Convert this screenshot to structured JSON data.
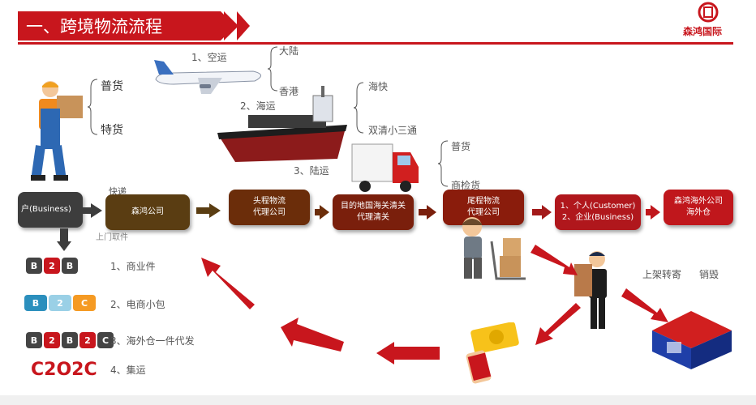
{
  "header": {
    "title": "一、跨境物流流程",
    "logo": "森鸿国际"
  },
  "goods": {
    "general": "普货",
    "special": "特货"
  },
  "air": {
    "label": "1、空运",
    "dest_a": "大陆",
    "dest_b": "香港"
  },
  "sea": {
    "label": "2、海运",
    "opt_a": "海快",
    "opt_b": "双清小三通"
  },
  "land": {
    "label": "3、陆运",
    "opt_a": "普货",
    "opt_b": "商检货"
  },
  "flow": {
    "customer": "户(Business)",
    "express": "快递",
    "pickup": "上门取件",
    "company": "森鸿公司",
    "first_mile": "头程物流\n代理公司",
    "customs": "目的地国海关清关\n代理清关",
    "last_mile": "尾程物流\n代理公司",
    "recipients": "1、个人(Customer)\n2、企业(Business)",
    "warehouse": "森鸿海外公司\n海外仓"
  },
  "models": {
    "item1": "1、商业件",
    "item2": "2、电商小包",
    "item3": "3、海外仓一件代发",
    "item4": "4、集运",
    "c2o2c": "C2O2C"
  },
  "returns": {
    "relist": "上架转寄",
    "destroy": "销毁"
  },
  "colors": {
    "brand_red": "#c8161d",
    "dark_gray": "#3d3d3d",
    "olive": "#5a3d12",
    "brown": "#6b2d0a",
    "maroon": "#8a1c0c",
    "red": "#c0171c"
  }
}
